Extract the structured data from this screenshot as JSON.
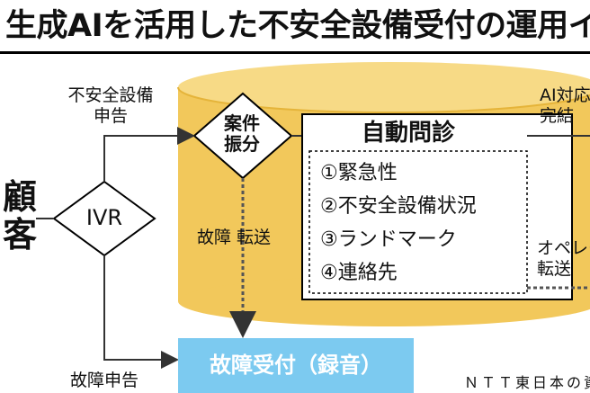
{
  "title": "生成AIを活用した不安全設備受付の運用イメージ",
  "customer_label": "顧客",
  "ivr_label": "IVR",
  "case_routing_label_line1": "案件",
  "case_routing_label_line2": "振分",
  "unsafe_report_line1": "不安全設備",
  "unsafe_report_line2": "申告",
  "fault_report_label": "故障申告",
  "fault_transfer_label": "故障 転送",
  "auto_inquiry_title": "自動問診",
  "inquiry_items": [
    "①緊急性",
    "②不安全設備状況",
    "③ランドマーク",
    "④連絡先"
  ],
  "ai_complete_line1": "AI対応",
  "ai_complete_line2": "完結",
  "operator_transfer_line1": "オペレーター",
  "operator_transfer_line2": "転送",
  "fault_reception_label": "故障受付（録音）",
  "source_label": "ＮＴＴ東日本の資料から",
  "colors": {
    "cylinder": "#f2c85b",
    "cylinder_dark": "#e5b43a",
    "repair_box": "#7ccaf0"
  }
}
